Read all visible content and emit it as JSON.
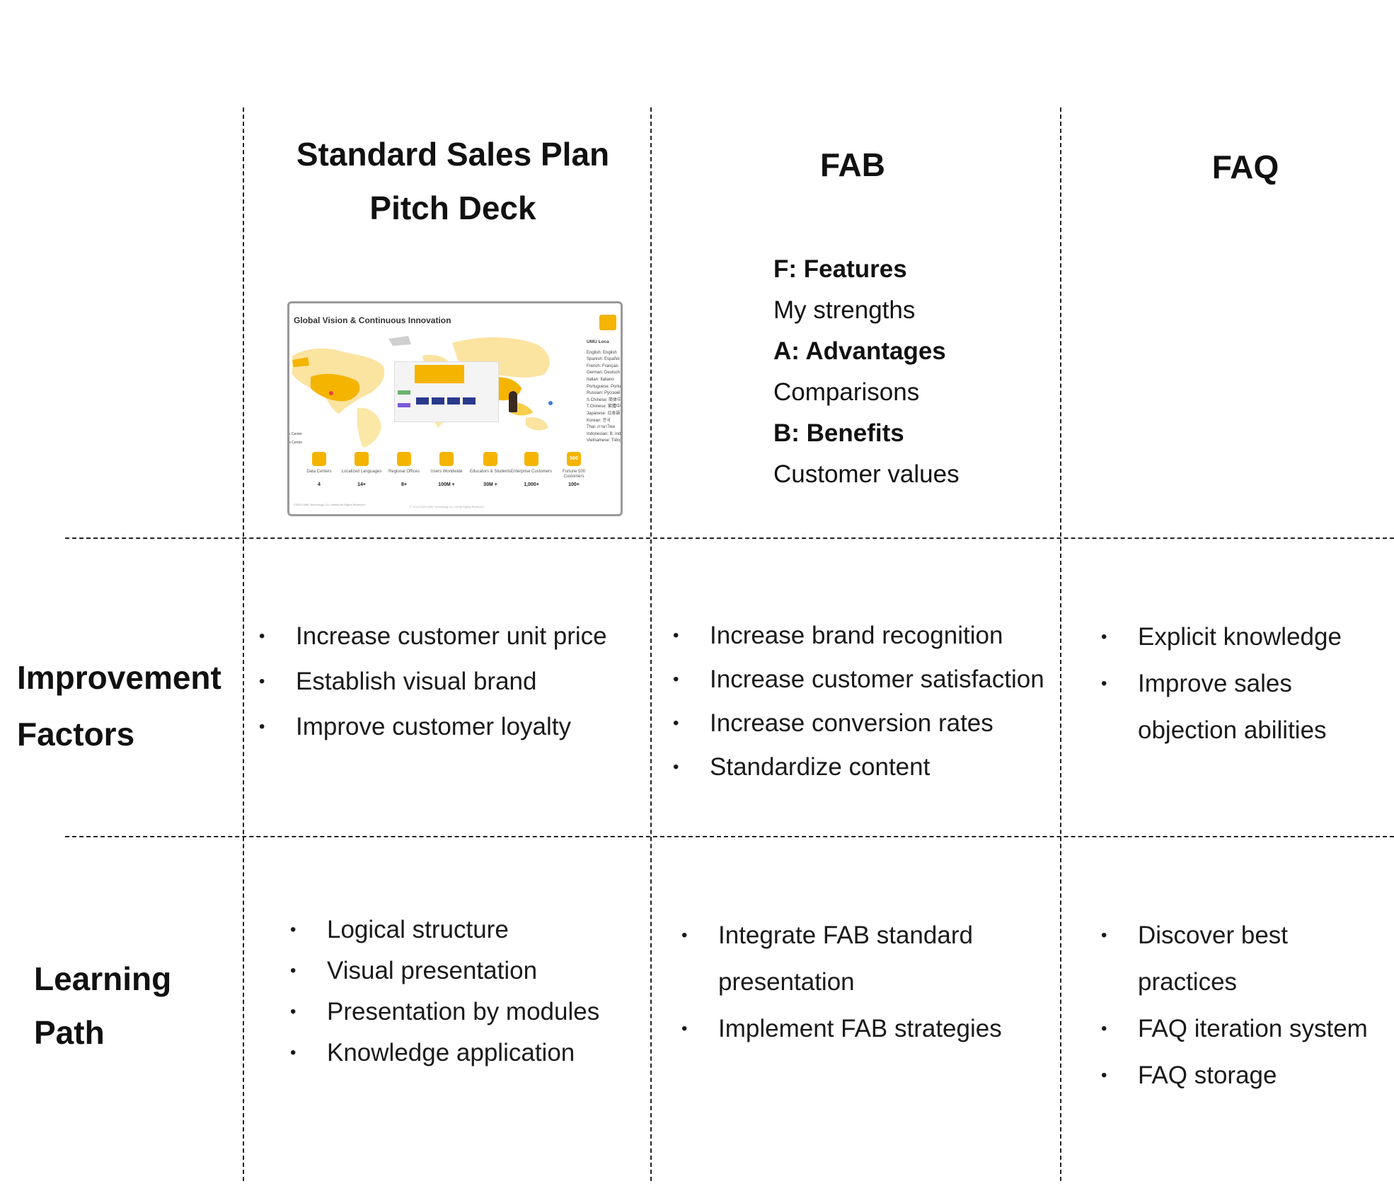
{
  "columns": {
    "pitch_deck": {
      "title_line1": "Standard Sales Plan",
      "title_line2": "Pitch Deck"
    },
    "fab": {
      "title": "FAB"
    },
    "faq": {
      "title": "FAQ"
    }
  },
  "fab_definitions": [
    {
      "text": "F: Features",
      "bold": true
    },
    {
      "text": "My strengths",
      "bold": false
    },
    {
      "text": "A: Advantages",
      "bold": true
    },
    {
      "text": "Comparisons",
      "bold": false
    },
    {
      "text": "B: Benefits",
      "bold": true
    },
    {
      "text": "Customer values",
      "bold": false
    }
  ],
  "thumbnail": {
    "title": "Global Vision & Continuous Innovation",
    "languages_header": "UMU Loca",
    "languages": [
      "English: English",
      "Spanish: Español",
      "French: Français",
      "German: Deutsch",
      "Italian: Italiano",
      "Portuguese: Portu",
      "Russian: Русский",
      "S.Chinese: 简体中",
      "T.Chinese: 繁體中",
      "Japanese: 日本語",
      "Korean: 한국",
      "Thai: ภาษาไทย",
      "Indonesian: B. Indo",
      "Vietnamese: Tiếng"
    ],
    "side_labels": [
      "s Center",
      "a Center"
    ],
    "stats": [
      {
        "label": "Data Centers",
        "value": "4",
        "icon": "database-icon"
      },
      {
        "label": "Localized Languages",
        "value": "14+",
        "icon": "globe-icon"
      },
      {
        "label": "Regional Offices",
        "value": "8+",
        "icon": "location-pin-icon"
      },
      {
        "label": "Users Worldwide",
        "value": "100M +",
        "icon": "user-icon"
      },
      {
        "label": "Educators & Students",
        "value": "30M +",
        "icon": "users-icon"
      },
      {
        "label": "Enterprise Customers",
        "value": "1,000+",
        "icon": "building-icon"
      },
      {
        "label": "Fortune 500 Customers",
        "value": "100+",
        "icon": "500-badge-icon",
        "badge": "500"
      }
    ],
    "footer_left": "©2022 UMU Technology Co. Limited All Rights Reserved",
    "footer_center": "© 2014-2022 UMU Technology Co. Ltd All Rights Reserved"
  },
  "rows": {
    "improvement": {
      "title_line1": "Improvement",
      "title_line2": "Factors",
      "pitch_deck": [
        "Increase customer unit price",
        "Establish visual brand",
        "Improve customer loyalty"
      ],
      "fab": [
        "Increase brand recognition",
        "Increase customer satisfaction",
        "Increase conversion rates",
        "Standardize content"
      ],
      "faq": [
        [
          "Explicit knowledge"
        ],
        [
          "Improve sales",
          "objection abilities"
        ]
      ]
    },
    "learning": {
      "title_line1": "Learning",
      "title_line2": "Path",
      "pitch_deck": [
        "Logical structure",
        "Visual presentation",
        "Presentation by modules",
        "Knowledge application"
      ],
      "fab": [
        [
          "Integrate FAB standard",
          "presentation"
        ],
        [
          "Implement FAB strategies"
        ]
      ],
      "faq": [
        [
          "Discover best",
          "practices"
        ],
        [
          "FAQ iteration system"
        ],
        [
          "FAQ storage"
        ]
      ]
    }
  },
  "colors": {
    "accent": "#f5b400",
    "map_light": "#fbe7a6",
    "divider": "#222222"
  }
}
